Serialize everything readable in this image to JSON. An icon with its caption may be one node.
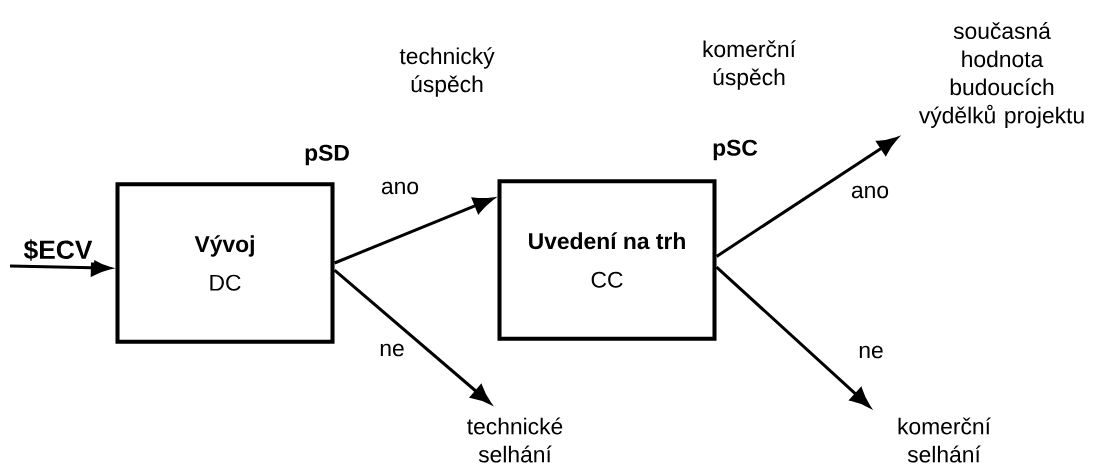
{
  "diagram": {
    "nodes": [
      {
        "text": [
          "Vývoj",
          "DC"
        ]
      },
      {
        "text": [
          "Uvedení na trh",
          "CC"
        ]
      },
      {
        "text": [
          "technické selhání"
        ]
      },
      {
        "text": [
          "současná hodnota budoucích výdělků projektu"
        ]
      },
      {
        "text": [
          "komerční selhání"
        ]
      }
    ],
    "edges": [
      {
        "from": null,
        "to": 0,
        "arrow": "to",
        "label": "$ECV"
      },
      {
        "from": 0,
        "to": 1,
        "arrow": "to",
        "label": "ano"
      },
      {
        "from": 0,
        "to": 2,
        "arrow": "to",
        "label": "ne"
      },
      {
        "from": 1,
        "to": 3,
        "arrow": "to",
        "label": "ano"
      },
      {
        "from": 1,
        "to": 4,
        "arrow": "to",
        "label": "ne"
      }
    ],
    "labels": [
      "technický úspěch",
      "komerční úspěch",
      "pSD",
      "pSC"
    ]
  }
}
